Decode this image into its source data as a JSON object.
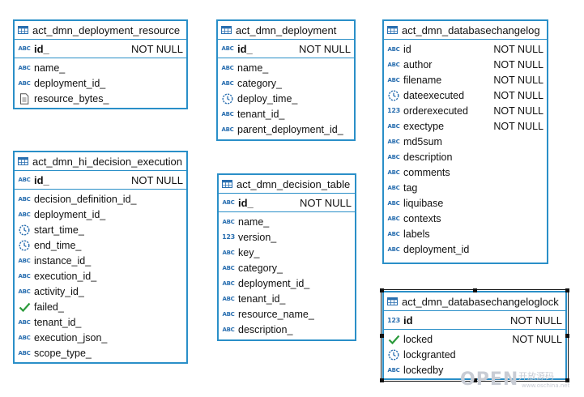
{
  "tables": [
    {
      "name": "act_dmn_deployment_resource",
      "pk": {
        "name": "id_",
        "constraint": "NOT NULL",
        "type": "abc"
      },
      "columns": [
        {
          "name": "name_",
          "constraint": "",
          "type": "abc"
        },
        {
          "name": "deployment_id_",
          "constraint": "",
          "type": "abc"
        },
        {
          "name": "resource_bytes_",
          "constraint": "",
          "type": "blob"
        }
      ]
    },
    {
      "name": "act_dmn_deployment",
      "pk": {
        "name": "id_",
        "constraint": "NOT NULL",
        "type": "abc"
      },
      "columns": [
        {
          "name": "name_",
          "constraint": "",
          "type": "abc"
        },
        {
          "name": "category_",
          "constraint": "",
          "type": "abc"
        },
        {
          "name": "deploy_time_",
          "constraint": "",
          "type": "clock"
        },
        {
          "name": "tenant_id_",
          "constraint": "",
          "type": "abc"
        },
        {
          "name": "parent_deployment_id_",
          "constraint": "",
          "type": "abc"
        }
      ]
    },
    {
      "name": "act_dmn_databasechangelog",
      "pk": null,
      "columns": [
        {
          "name": "id",
          "constraint": "NOT NULL",
          "type": "abc"
        },
        {
          "name": "author",
          "constraint": "NOT NULL",
          "type": "abc"
        },
        {
          "name": "filename",
          "constraint": "NOT NULL",
          "type": "abc"
        },
        {
          "name": "dateexecuted",
          "constraint": "NOT NULL",
          "type": "clock"
        },
        {
          "name": "orderexecuted",
          "constraint": "NOT NULL",
          "type": "num"
        },
        {
          "name": "exectype",
          "constraint": "NOT NULL",
          "type": "abc"
        },
        {
          "name": "md5sum",
          "constraint": "",
          "type": "abc"
        },
        {
          "name": "description",
          "constraint": "",
          "type": "abc"
        },
        {
          "name": "comments",
          "constraint": "",
          "type": "abc"
        },
        {
          "name": "tag",
          "constraint": "",
          "type": "abc"
        },
        {
          "name": "liquibase",
          "constraint": "",
          "type": "abc"
        },
        {
          "name": "contexts",
          "constraint": "",
          "type": "abc"
        },
        {
          "name": "labels",
          "constraint": "",
          "type": "abc"
        },
        {
          "name": "deployment_id",
          "constraint": "",
          "type": "abc"
        }
      ]
    },
    {
      "name": "act_dmn_hi_decision_execution",
      "pk": {
        "name": "id_",
        "constraint": "NOT NULL",
        "type": "abc"
      },
      "columns": [
        {
          "name": "decision_definition_id_",
          "constraint": "",
          "type": "abc"
        },
        {
          "name": "deployment_id_",
          "constraint": "",
          "type": "abc"
        },
        {
          "name": "start_time_",
          "constraint": "",
          "type": "clock"
        },
        {
          "name": "end_time_",
          "constraint": "",
          "type": "clock"
        },
        {
          "name": "instance_id_",
          "constraint": "",
          "type": "abc"
        },
        {
          "name": "execution_id_",
          "constraint": "",
          "type": "abc"
        },
        {
          "name": "activity_id_",
          "constraint": "",
          "type": "abc"
        },
        {
          "name": "failed_",
          "constraint": "",
          "type": "check"
        },
        {
          "name": "tenant_id_",
          "constraint": "",
          "type": "abc"
        },
        {
          "name": "execution_json_",
          "constraint": "",
          "type": "abc"
        },
        {
          "name": "scope_type_",
          "constraint": "",
          "type": "abc"
        }
      ]
    },
    {
      "name": "act_dmn_decision_table",
      "pk": {
        "name": "id_",
        "constraint": "NOT NULL",
        "type": "abc"
      },
      "columns": [
        {
          "name": "name_",
          "constraint": "",
          "type": "abc"
        },
        {
          "name": "version_",
          "constraint": "",
          "type": "num"
        },
        {
          "name": "key_",
          "constraint": "",
          "type": "abc"
        },
        {
          "name": "category_",
          "constraint": "",
          "type": "abc"
        },
        {
          "name": "deployment_id_",
          "constraint": "",
          "type": "abc"
        },
        {
          "name": "tenant_id_",
          "constraint": "",
          "type": "abc"
        },
        {
          "name": "resource_name_",
          "constraint": "",
          "type": "abc"
        },
        {
          "name": "description_",
          "constraint": "",
          "type": "abc"
        }
      ]
    },
    {
      "name": "act_dmn_databasechangeloglock",
      "pk": {
        "name": "id",
        "constraint": "NOT NULL",
        "type": "num"
      },
      "columns": [
        {
          "name": "locked",
          "constraint": "NOT NULL",
          "type": "check"
        },
        {
          "name": "lockgranted",
          "constraint": "",
          "type": "clock"
        },
        {
          "name": "lockedby",
          "constraint": "",
          "type": "abc"
        }
      ]
    }
  ],
  "type_icons": {
    "abc": "ABC",
    "num": "123",
    "clock": "clock-icon",
    "check": "check-icon",
    "blob": "document-icon"
  },
  "colors": {
    "border": "#2a8fc8",
    "type_text": "#2a6fb0",
    "check": "#2a9a3a"
  },
  "watermark": {
    "logo": "OPEN",
    "cn": "开放源码",
    "url": "www.oschina.net"
  }
}
